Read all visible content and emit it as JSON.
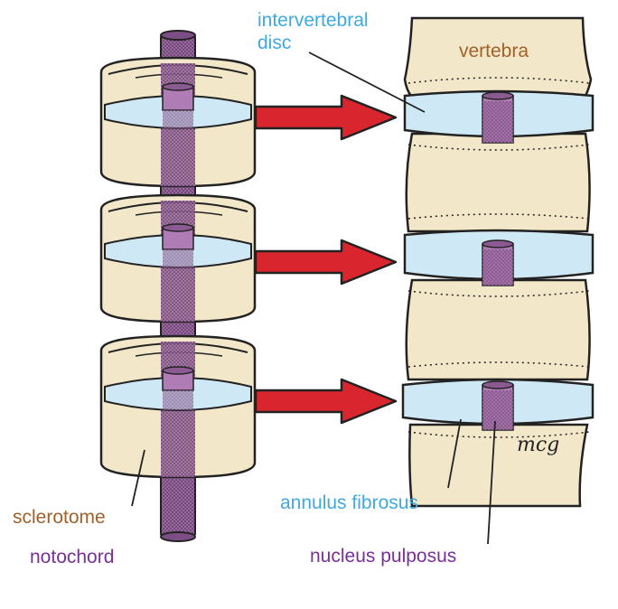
{
  "labels": {
    "intervertebral_disc": "intervertebral\ndisc",
    "vertebra": "vertebra",
    "sclerotome": "sclerotome",
    "notochord": "notochord",
    "annulus_fibrosus": "annulus fibrosus",
    "nucleus_pulposus": "nucleus pulposus"
  },
  "signature": "mcg",
  "colors": {
    "sclerotome_fill": "#f3e7c9",
    "disc_fill": "#cfe8f5",
    "notochord_fill": "#9b6aa0",
    "arrow_fill": "#d9262e",
    "outline": "#222222",
    "label_blue": "#3fa9e0",
    "label_brown": "#a0612a",
    "label_purple": "#7a2f9a"
  }
}
